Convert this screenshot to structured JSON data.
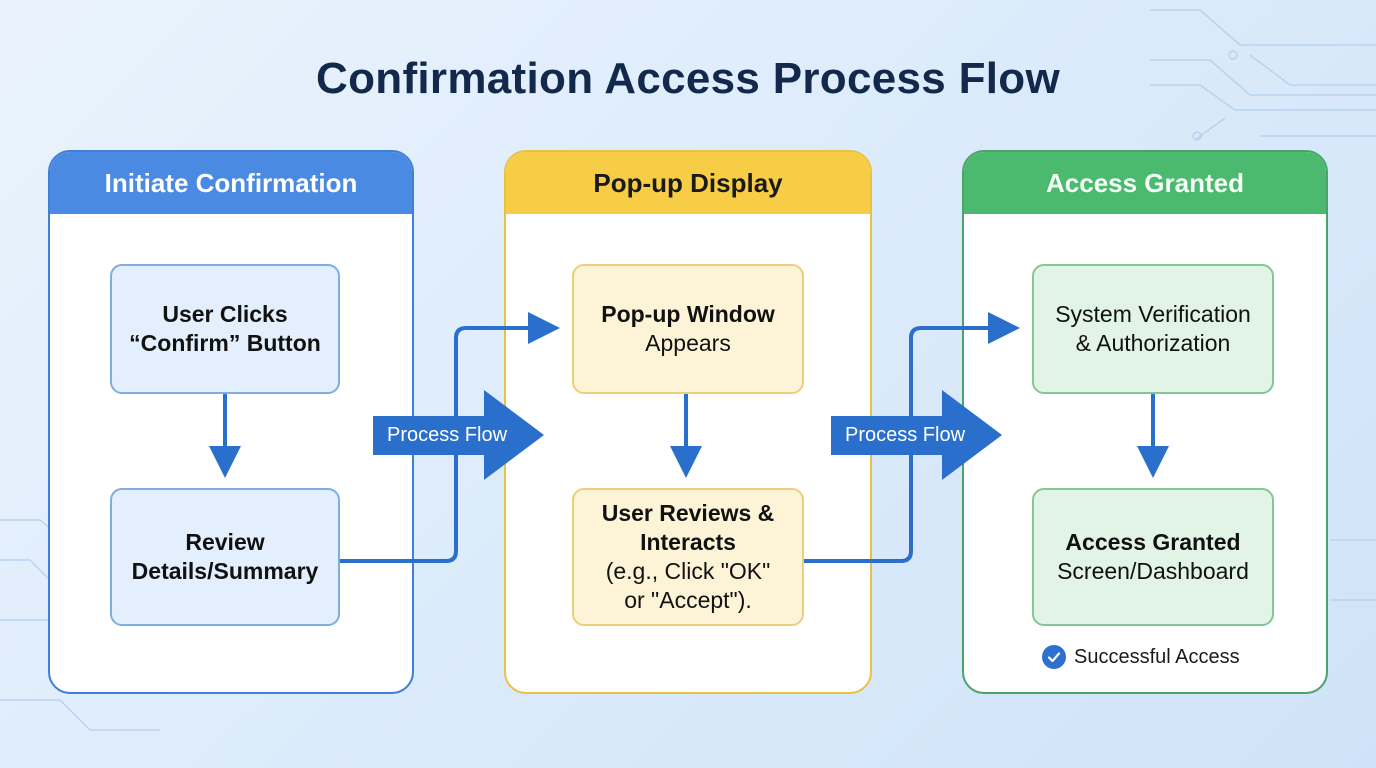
{
  "title": "Confirmation Access Process Flow",
  "colors": {
    "arrow_blue": "#2a6fcc",
    "panel1_header": "#4a8ae3",
    "panel2_header": "#f6cd45",
    "panel3_header": "#4bba6e",
    "title_color": "#13294b"
  },
  "panels": [
    {
      "header": "Initiate Confirmation",
      "nodes": [
        {
          "bold": "User Clicks “Confirm” Button",
          "line1": "User Clicks",
          "line2": "“Confirm” Button"
        },
        {
          "line1": "Review",
          "line2": "Details/Summary"
        }
      ]
    },
    {
      "header": "Pop-up Display",
      "nodes": [
        {
          "line1": "Pop-up Window",
          "line2": "Appears"
        },
        {
          "line1": "User Reviews &",
          "line2": "Interacts",
          "line3": "(e.g., Click \"OK\"",
          "line4": "or \"Accept\")."
        }
      ]
    },
    {
      "header": "Access Granted",
      "nodes": [
        {
          "line1": "System Verification",
          "line2": "& Authorization"
        },
        {
          "line1": "Access Granted",
          "line2": "Screen/Dashboard"
        }
      ],
      "status": {
        "icon": "check-circle-icon",
        "label": "Successful Access"
      }
    }
  ],
  "connectors": [
    {
      "label": "Process Flow"
    },
    {
      "label": "Process Flow"
    }
  ]
}
